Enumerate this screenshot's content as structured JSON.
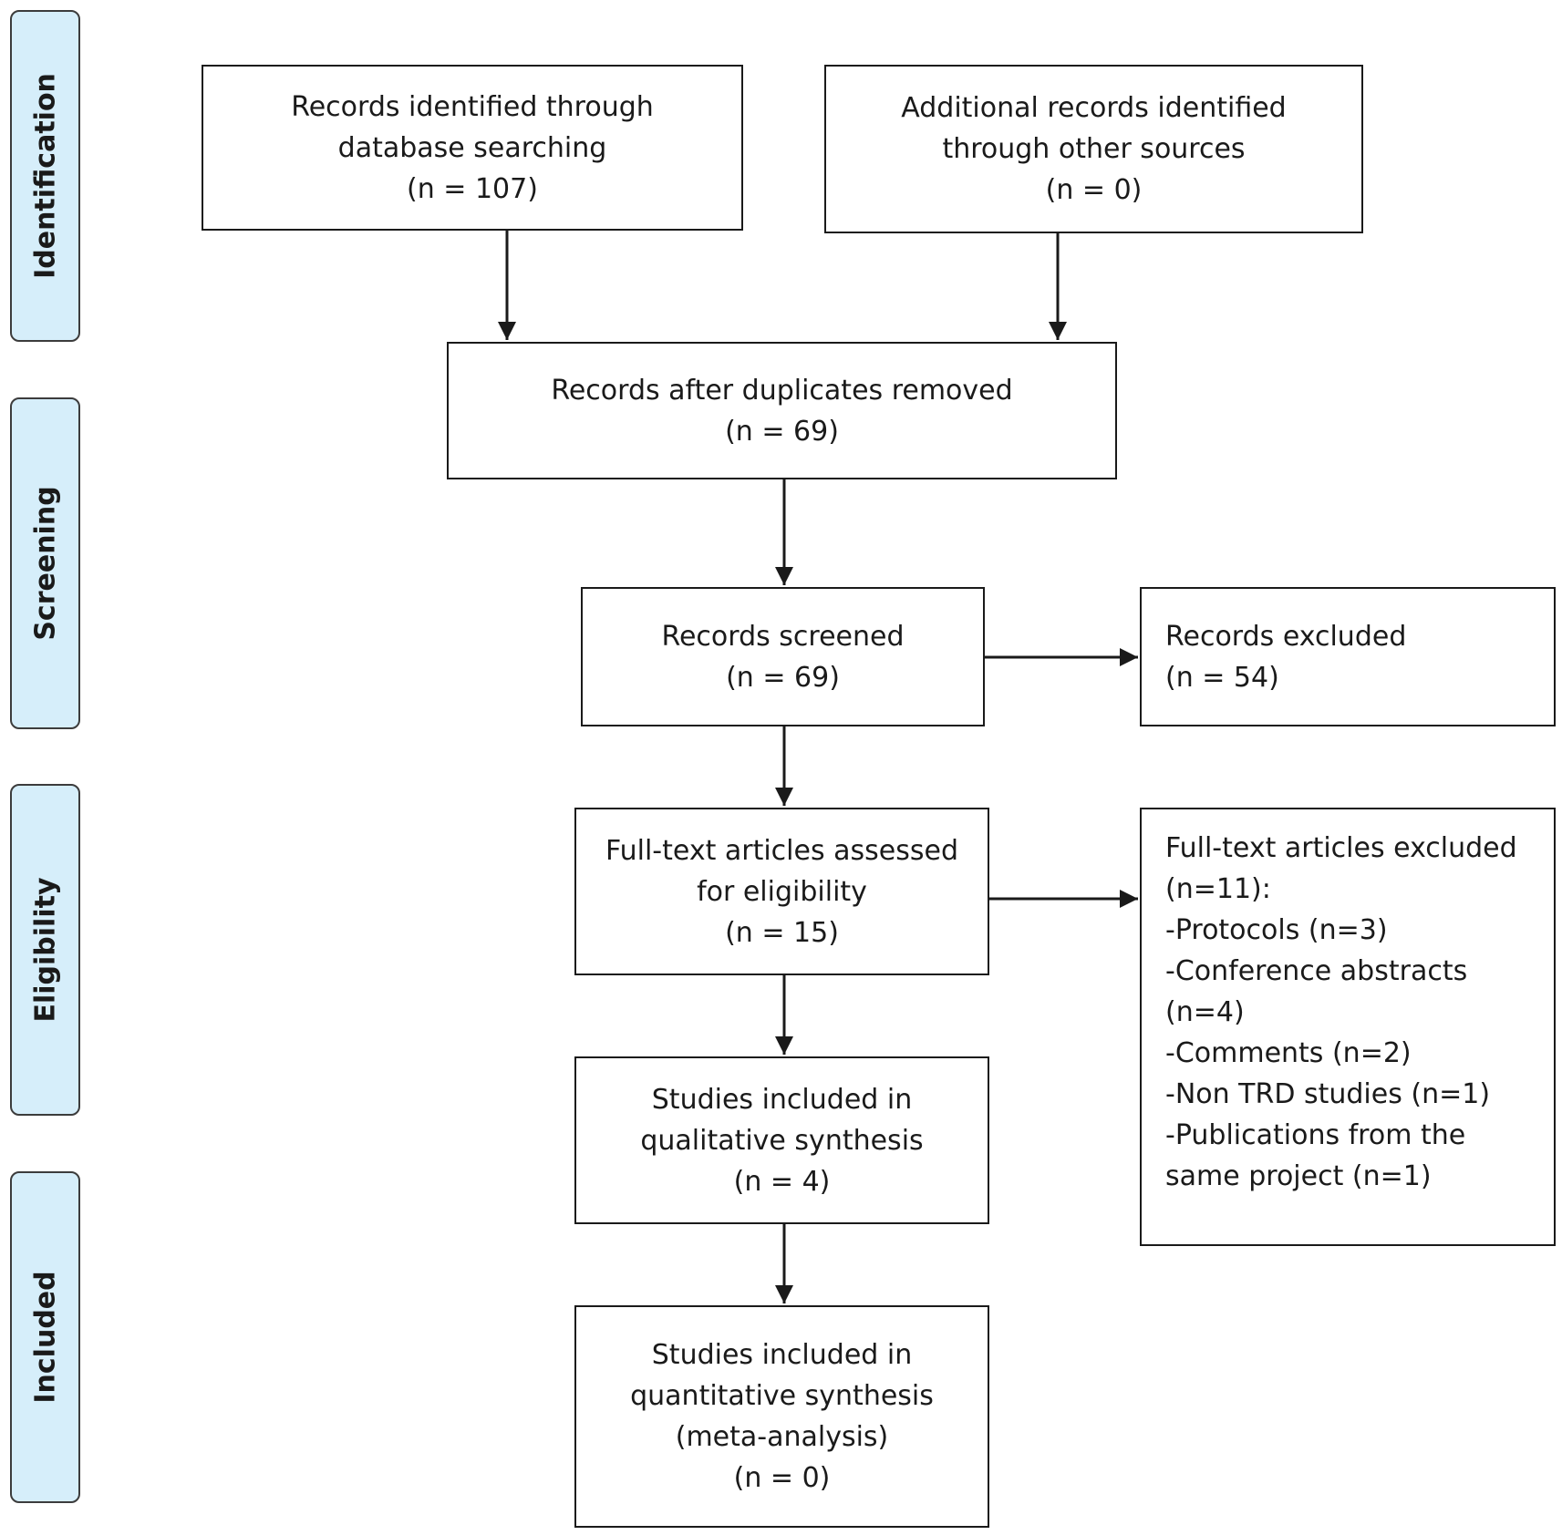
{
  "phases": {
    "identification": "Identification",
    "screening": "Screening",
    "eligibility": "Eligibility",
    "included": "Included"
  },
  "boxes": {
    "database": [
      "Records identified through",
      "database searching",
      "(n = 107)"
    ],
    "other_sources": [
      "Additional records identified",
      "through other sources",
      "(n = 0)"
    ],
    "duplicates_removed": [
      "Records after duplicates removed",
      "(n = 69)"
    ],
    "screened": [
      "Records screened",
      "(n = 69)"
    ],
    "excluded": [
      "Records excluded",
      "(n = 54)"
    ],
    "fulltext_assessed": [
      "Full-text articles assessed",
      "for eligibility",
      "(n = 15)"
    ],
    "fulltext_excluded": [
      "Full-text articles excluded",
      "(n=11):",
      "-Protocols (n=3)",
      "-Conference abstracts",
      "(n=4)",
      "-Comments (n=2)",
      "-Non TRD studies (n=1)",
      "-Publications from the",
      "same project (n=1)"
    ],
    "qualitative": [
      "Studies included in",
      "qualitative synthesis",
      "(n = 4)"
    ],
    "quantitative": [
      "Studies included in",
      "quantitative synthesis",
      "(meta-analysis)",
      "(n = 0)"
    ]
  }
}
